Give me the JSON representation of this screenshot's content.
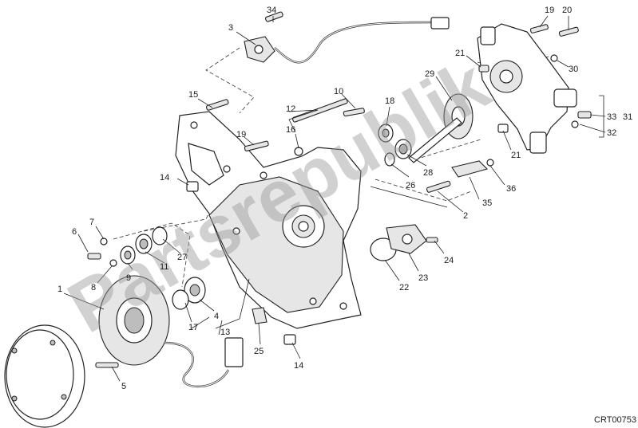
{
  "diagram": {
    "code": "CRT00753",
    "watermark": "Partsrepublik",
    "labels": [
      "1",
      "2",
      "3",
      "4",
      "5",
      "6",
      "7",
      "8",
      "9",
      "10",
      "11",
      "12",
      "13",
      "14",
      "14",
      "15",
      "16",
      "17",
      "18",
      "19",
      "19",
      "20",
      "21",
      "21",
      "22",
      "23",
      "24",
      "25",
      "26",
      "27",
      "28",
      "29",
      "30",
      "31",
      "32",
      "33",
      "34",
      "35",
      "36"
    ]
  }
}
